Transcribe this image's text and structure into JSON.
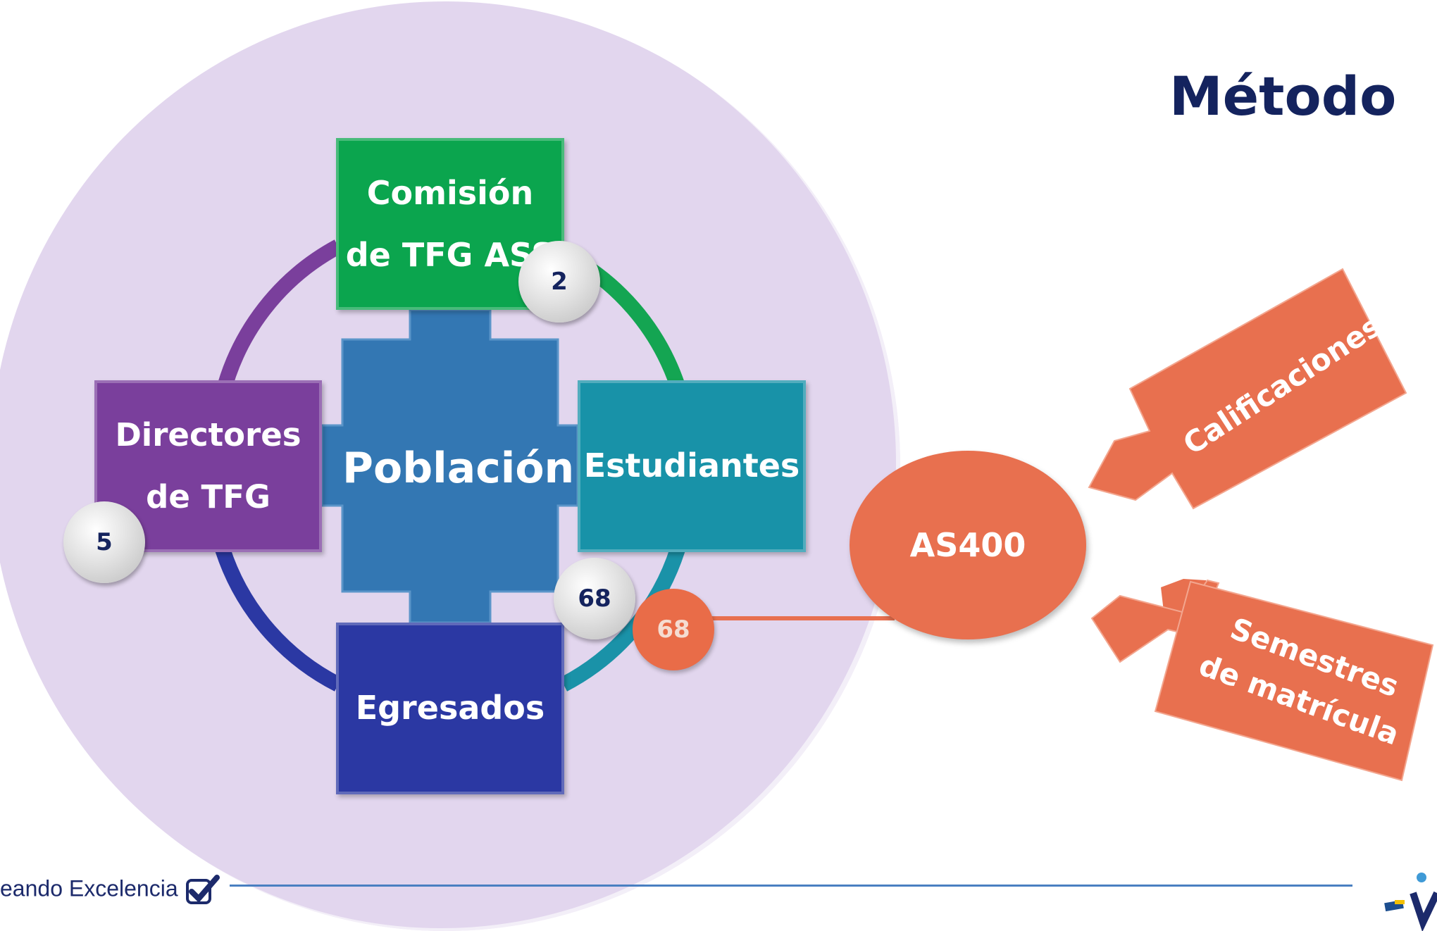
{
  "title": "Método",
  "center": {
    "label": "Población"
  },
  "boxes": {
    "comision": "Comisión de TFG ASS",
    "directores": "Directores de TFG",
    "estudiantes": "Estudiantes",
    "egresados": "Egresados"
  },
  "badges": {
    "comision": "2",
    "directores": "5",
    "estudiantes": "68",
    "as400_link": "68"
  },
  "as400": {
    "label": "AS400"
  },
  "inputs": {
    "calificaciones": "Calificaciones",
    "semestres": "Semestres de matrícula"
  },
  "footer": {
    "text": "eando Excelencia"
  },
  "colors": {
    "comision": "#0ba54e",
    "directores": "#7a3f9c",
    "estudiantes": "#1892a8",
    "egresados": "#2b38a3",
    "poblacion": "#3377b3",
    "as400": "#e8704f",
    "background_circle": "#e2d6ee",
    "title": "#14235e"
  }
}
